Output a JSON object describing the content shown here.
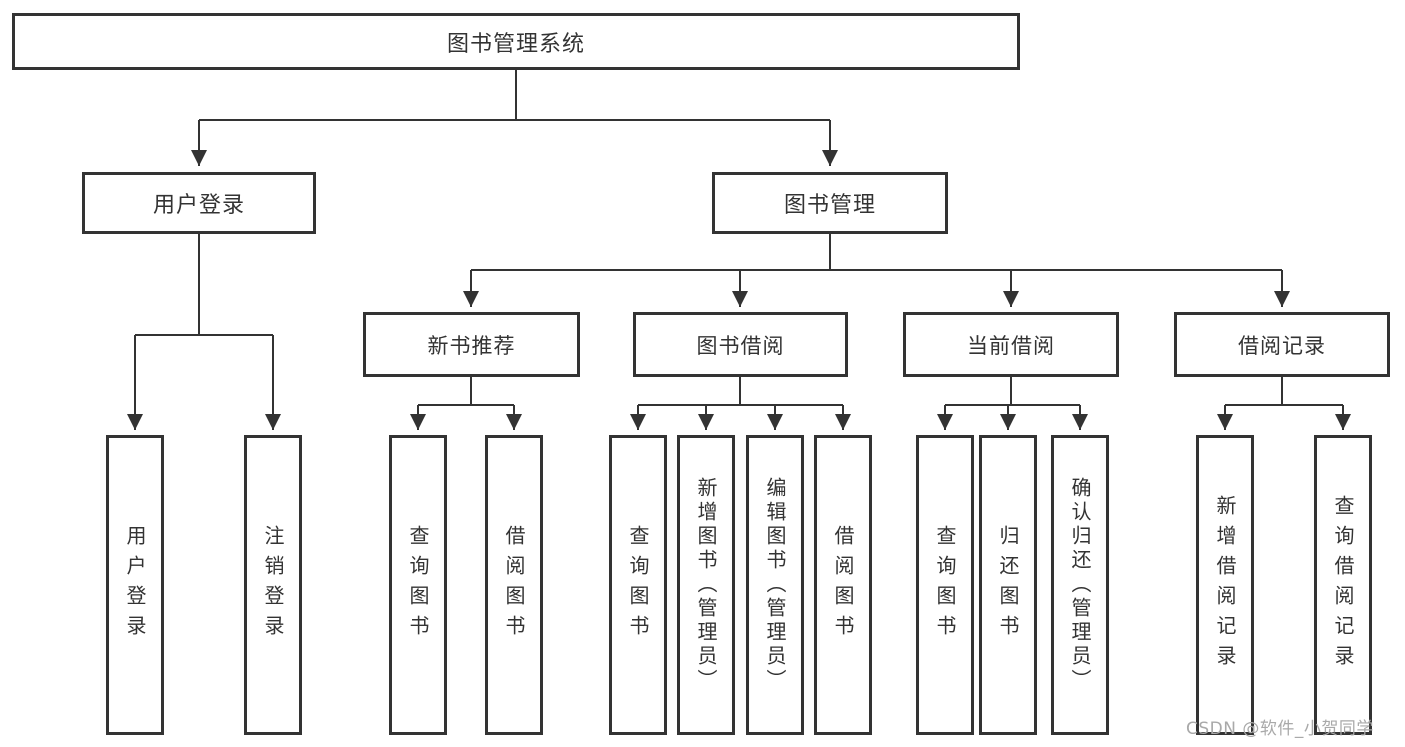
{
  "diagram_title": "图书管理系统",
  "tree": {
    "label": "图书管理系统",
    "children": [
      {
        "label": "用户登录",
        "children": [
          {
            "label": "用户登录"
          },
          {
            "label": "注销登录"
          }
        ]
      },
      {
        "label": "图书管理",
        "children": [
          {
            "label": "新书推荐",
            "children": [
              {
                "label": "查询图书"
              },
              {
                "label": "借阅图书"
              }
            ]
          },
          {
            "label": "图书借阅",
            "children": [
              {
                "label": "查询图书"
              },
              {
                "label": "新增图书（管理员）"
              },
              {
                "label": "编辑图书（管理员）"
              },
              {
                "label": "借阅图书"
              }
            ]
          },
          {
            "label": "当前借阅",
            "children": [
              {
                "label": "查询图书"
              },
              {
                "label": "归还图书"
              },
              {
                "label": "确认归还（管理员）"
              }
            ]
          },
          {
            "label": "借阅记录",
            "children": [
              {
                "label": "新增借阅记录"
              },
              {
                "label": "查询借阅记录"
              }
            ]
          }
        ]
      }
    ]
  },
  "watermark": "CSDN @软件_小贺同学",
  "colors": {
    "line": "#333333",
    "text": "#333333",
    "box_background": "#ffffff",
    "page_background": "#ffffff",
    "watermark": "#a9a9a9"
  }
}
